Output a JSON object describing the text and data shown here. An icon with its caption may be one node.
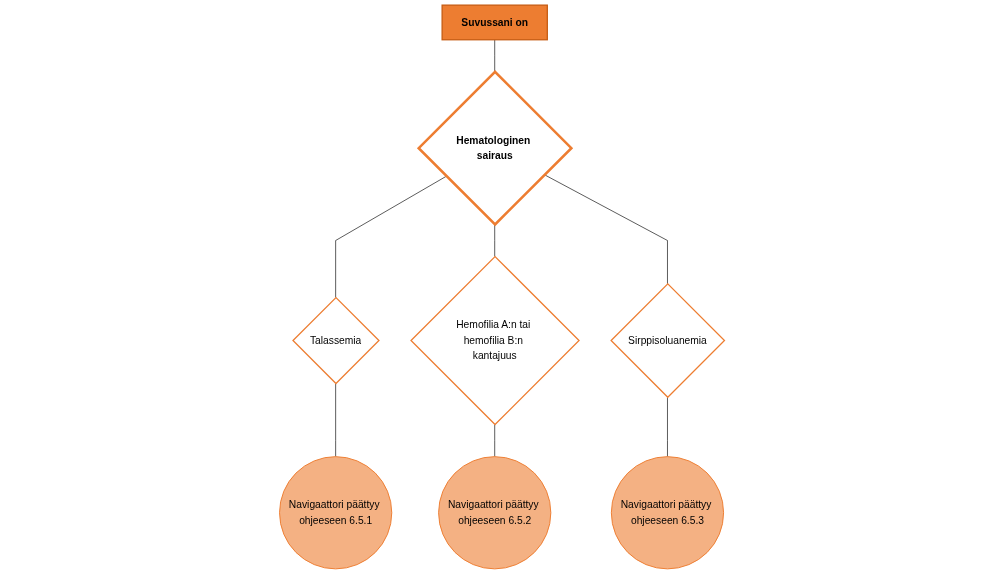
{
  "diagram": {
    "nodes": [
      {
        "text": [
          "Suvussani on"
        ]
      },
      {
        "text": [
          "Hematologinen sairaus"
        ]
      },
      {
        "text": [
          "Talassemia"
        ]
      },
      {
        "text": [
          "Hemofilia A:n tai hemofilia B:n kantajuus"
        ]
      },
      {
        "text": [
          "Sirppisoluanemia"
        ]
      },
      {
        "text": [
          "Navigaattori päättyy ohjeeseen 6.5.1"
        ]
      },
      {
        "text": [
          "Navigaattori päättyy ohjeeseen 6.5.2"
        ]
      },
      {
        "text": [
          "Navigaattori päättyy ohjeeseen 6.5.3"
        ]
      }
    ],
    "edges": [
      {
        "from": 0,
        "to": 1,
        "arrow": "none"
      },
      {
        "from": 1,
        "to": 2,
        "arrow": "none"
      },
      {
        "from": 1,
        "to": 3,
        "arrow": "none"
      },
      {
        "from": 1,
        "to": 4,
        "arrow": "none"
      },
      {
        "from": 2,
        "to": 5,
        "arrow": "none"
      },
      {
        "from": 3,
        "to": 6,
        "arrow": "none"
      },
      {
        "from": 4,
        "to": 7,
        "arrow": "none"
      }
    ]
  }
}
